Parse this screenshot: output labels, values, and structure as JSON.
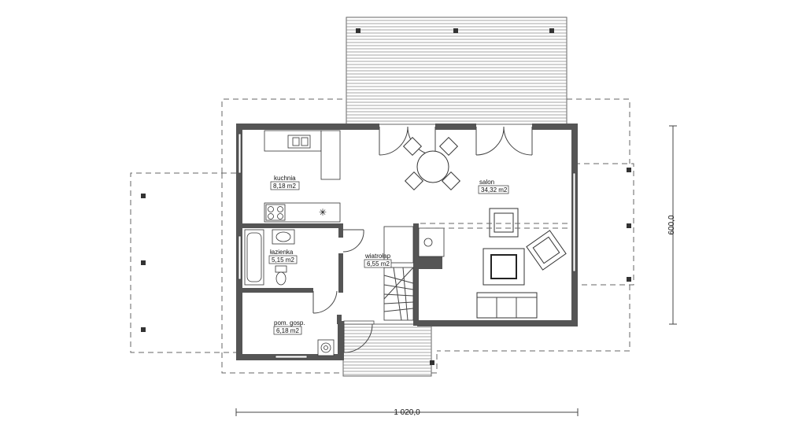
{
  "rooms": {
    "kitchen": {
      "name": "kuchnia",
      "area": "8,18 m2"
    },
    "bathroom": {
      "name": "łazienka",
      "area": "5,15 m2"
    },
    "hall": {
      "name": "wiatrołap",
      "area": "6,55 m2"
    },
    "living": {
      "name": "salon",
      "area": "34,32 m2"
    },
    "utility": {
      "name": "pom. gosp.",
      "area": "6,18 m2"
    }
  },
  "dimensions": {
    "width": "1 020,0",
    "depth": "600,0"
  },
  "colors": {
    "wall": "#555555",
    "line": "#444444",
    "background": "#ffffff"
  }
}
